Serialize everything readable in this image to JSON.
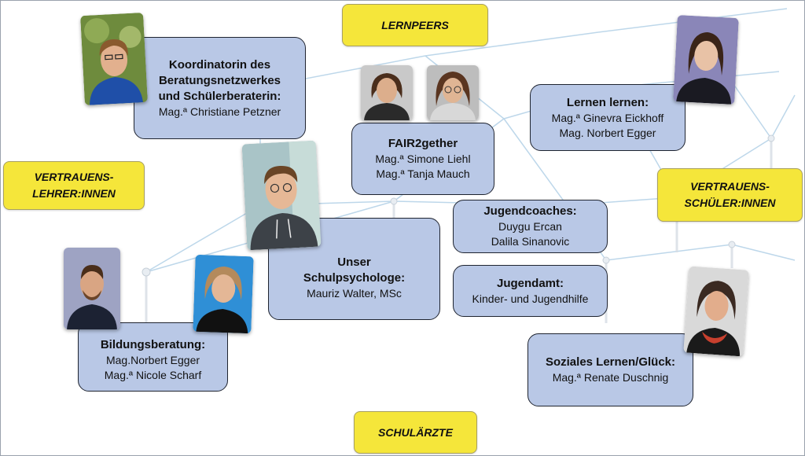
{
  "labels": {
    "lernpeers": "LERNPEERS",
    "vertrauenslehrer_1": "VERTRAUENS-",
    "vertrauenslehrer_2": "LEHRER:INNEN",
    "vertrauensschueler_1": "VERTRAUENS-",
    "vertrauensschueler_2": "SCHÜLER:INNEN",
    "schulaerzte": "SCHULÄRZTE"
  },
  "boxes": {
    "koordinatorin": {
      "title_1": "Koordinatorin des",
      "title_2": "Beratungsnetzwerkes",
      "title_3": "und Schülerberaterin:",
      "person": "Mag.ª Christiane Petzner"
    },
    "fair2gether": {
      "title": "FAIR2gether",
      "person_1": "Mag.ª Simone Liehl",
      "person_2": "Mag.ª Tanja Mauch"
    },
    "lernen": {
      "title": "Lernen lernen:",
      "person_1": "Mag.ª Ginevra Eickhoff",
      "person_2": "Mag. Norbert Egger"
    },
    "jugendcoaches": {
      "title": "Jugendcoaches:",
      "person_1": "Duygu Ercan",
      "person_2": "Dalila Sinanovic"
    },
    "jugendamt": {
      "title": "Jugendamt:",
      "subtitle": "Kinder- und Jugendhilfe"
    },
    "schulpsychologe": {
      "title_1": "Unser",
      "title_2": "Schulpsychologe:",
      "person": "Mauriz Walter, MSc"
    },
    "bildung": {
      "title": "Bildungsberatung:",
      "person_1": "Mag.Norbert Egger",
      "person_2": "Mag.ª Nicole Scharf"
    },
    "sozial": {
      "title": "Soziales Lernen/Glück:",
      "person": "Mag.ª Renate Duschnig"
    }
  },
  "colors": {
    "label_yellow": "#f5e63a",
    "box_blue": "#b9c8e6",
    "network_line": "#a9cbe3"
  }
}
